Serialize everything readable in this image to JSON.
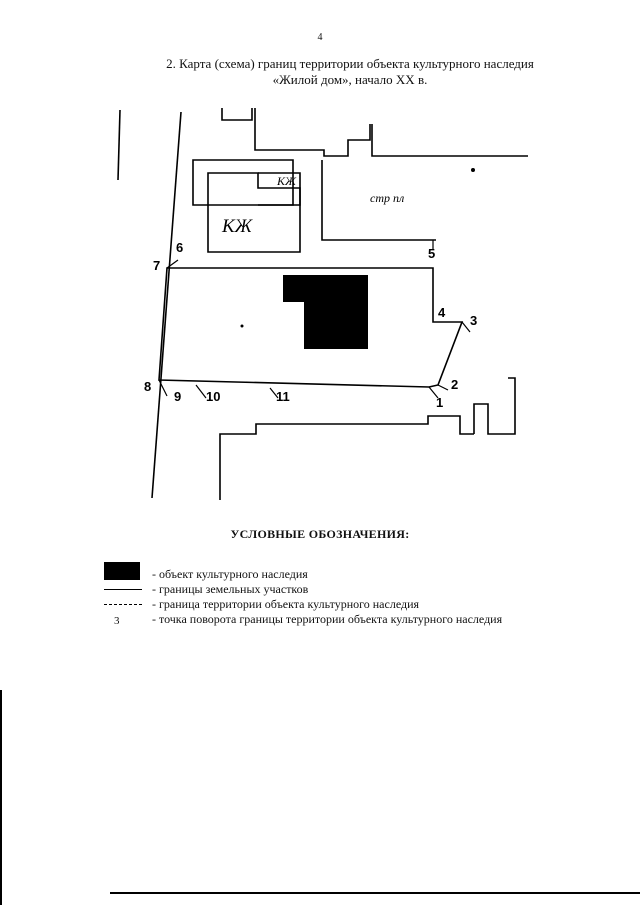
{
  "page": {
    "number": "4",
    "title_line1": "2. Карта (схема) границ территории объекта культурного наследия",
    "title_line2": "«Жилой дом», начало ХХ в."
  },
  "map": {
    "labels": {
      "kzh_small": "КЖ",
      "kzh_large": "КЖ",
      "str_pl": "стр пл"
    },
    "turning_points": [
      "1",
      "2",
      "3",
      "4",
      "5",
      "6",
      "7",
      "8",
      "9",
      "10",
      "11"
    ]
  },
  "legend": {
    "heading": "УСЛОВНЫЕ ОБОЗНАЧЕНИЯ:",
    "items": [
      {
        "symbol": "black-fill",
        "text": "- объект культурного наследия"
      },
      {
        "symbol": "solid-line",
        "text": "- границы земельных участков"
      },
      {
        "symbol": "dashed-line",
        "text": "- граница территории объекта культурного наследия"
      },
      {
        "symbol": "number",
        "symbol_text": "3",
        "text": "- точка поворота границы территории объекта культурного наследия"
      }
    ]
  }
}
